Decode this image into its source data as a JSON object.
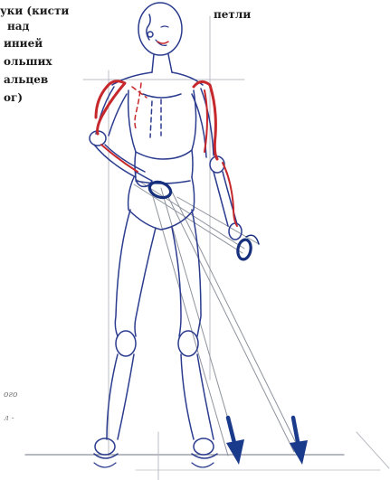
{
  "left_caption": {
    "lines": [
      "уки (кисти",
      "над",
      "инией",
      "ольших",
      "альцев",
      "ог)"
    ]
  },
  "right_caption": {
    "lines": [
      "петли"
    ]
  },
  "margin_note": {
    "lines": [
      "ого",
      "л -"
    ]
  },
  "colors": {
    "figure_stroke": "#2b3c8f",
    "muscle_red": "#c6282c",
    "loop_blue": "#16307e",
    "helper_line": "#9fa4ad"
  }
}
